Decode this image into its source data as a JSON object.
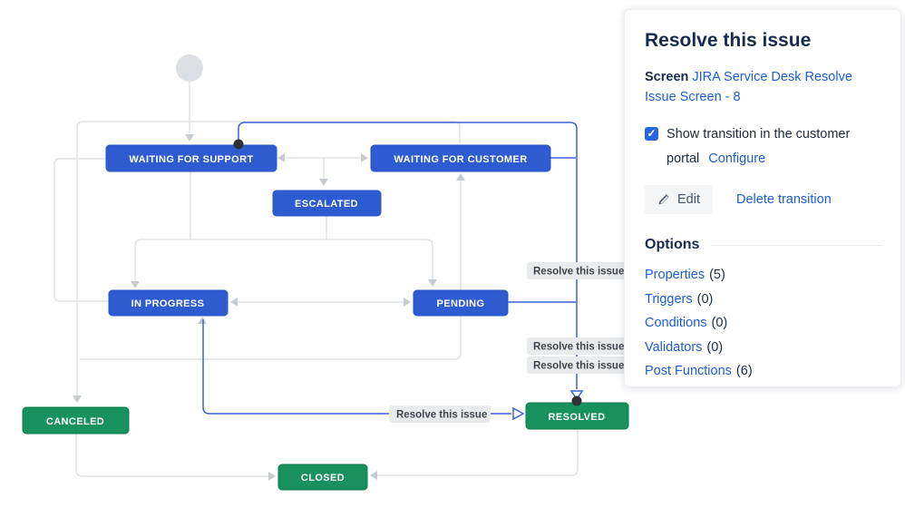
{
  "panel": {
    "title": "Resolve this issue",
    "screen_label": "Screen",
    "screen_link": "JIRA Service Desk Resolve Issue Screen - 8",
    "portal_checkbox_label": "Show transition in the customer portal",
    "checkbox_glyph": "✓",
    "configure_label": "Configure",
    "edit_label": "Edit",
    "delete_label": "Delete transition",
    "options_heading": "Options",
    "options": [
      {
        "label": "Properties",
        "count": "(5)"
      },
      {
        "label": "Triggers",
        "count": "(0)"
      },
      {
        "label": "Conditions",
        "count": "(0)"
      },
      {
        "label": "Validators",
        "count": "(0)"
      },
      {
        "label": "Post Functions",
        "count": "(6)"
      }
    ]
  },
  "diagram": {
    "transition_label": "Resolve this issue",
    "statuses": [
      {
        "label": "WAITING FOR SUPPORT",
        "color": "#2e5cd0"
      },
      {
        "label": "WAITING FOR CUSTOMER",
        "color": "#2e5cd0"
      },
      {
        "label": "ESCALATED",
        "color": "#2e5cd0"
      },
      {
        "label": "IN PROGRESS",
        "color": "#2e5cd0"
      },
      {
        "label": "PENDING",
        "color": "#2e5cd0"
      },
      {
        "label": "CANCELED",
        "color": "#18915e"
      },
      {
        "label": "RESOLVED",
        "color": "#18915e"
      },
      {
        "label": "CLOSED",
        "color": "#18915e"
      }
    ],
    "colors": {
      "status_blue": "#2e5cd0",
      "status_green": "#18915e",
      "selected_transition_blue": "#3e63d6",
      "line_gray": "#dfe2e6",
      "label_bg": "#e8eaec",
      "link_blue": "#1d5dd6",
      "heading_navy": "#172B4D"
    }
  }
}
